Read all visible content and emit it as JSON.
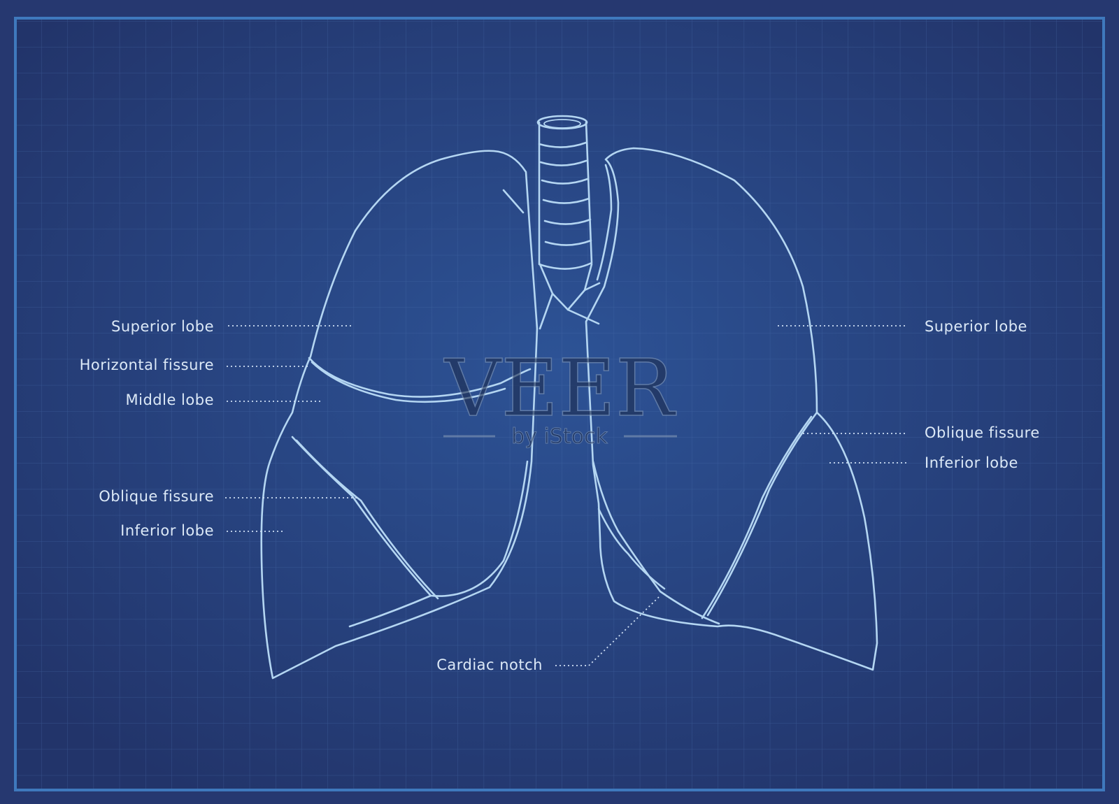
{
  "colors": {
    "background_outer": "#263870",
    "panel_center": "#2d5396",
    "panel_edge": "#22346a",
    "frame": "#3f79bd",
    "grid": "#4b72b0",
    "outline": "#b4d6f2",
    "label": "#dce9f7",
    "leader": "#cfe0f5",
    "watermark": "#1f2f52"
  },
  "labels": {
    "left_superior_lobe": "Superior lobe",
    "left_horizontal_fissure": "Horizontal fissure",
    "left_middle_lobe": "Middle lobe",
    "left_oblique_fissure": "Oblique fissure",
    "left_inferior_lobe": "Inferior lobe",
    "right_superior_lobe": "Superior lobe",
    "right_oblique_fissure": "Oblique fissure",
    "right_inferior_lobe": "Inferior lobe",
    "cardiac_notch": "Cardiac notch"
  },
  "watermark": {
    "brand": "VEER",
    "sub": "by iStock"
  }
}
